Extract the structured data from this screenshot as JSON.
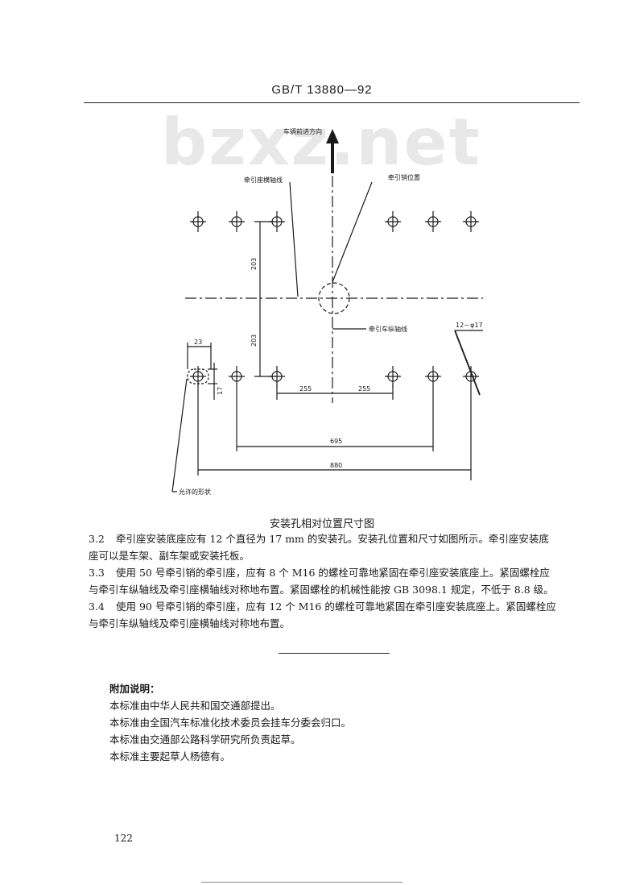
{
  "header": {
    "code": "GB/T 13880—92"
  },
  "watermark": "bzxz.net",
  "diagram": {
    "direction_label": "车辆前进方向",
    "transverse_axis_label": "牵引座横轴线",
    "kingpin_position_label": "牵引销位置",
    "longitudinal_axis_label": "牵引车纵轴线",
    "allowed_shape_label": "允许的形状",
    "holes_label": "12－φ17",
    "dim_23": "23",
    "dim_17": "17",
    "dim_203_top": "203",
    "dim_203_bottom": "203",
    "dim_255_left": "255",
    "dim_255_right": "255",
    "dim_695": "695",
    "dim_880": "880"
  },
  "caption": "安装孔相对位置尺寸图",
  "sections": [
    {
      "num": "3.2",
      "line1": "牵引座安装底座应有 12 个直径为 17 mm 的安装孔。安装孔位置和尺寸如图所示。牵引座安装底",
      "line2": "座可以是车架、副车架或安装托板。"
    },
    {
      "num": "3.3",
      "line1": "使用 50 号牵引销的牵引座，应有 8 个 M16 的螺栓可靠地紧固在牵引座安装底座上。紧固螺栓应",
      "line2": "与牵引车纵轴线及牵引座横轴线对称地布置。紧固螺栓的机械性能按 GB 3098.1 规定，不低于 8.8 级。"
    },
    {
      "num": "3.4",
      "line1": "使用 90 号牵引销的牵引座，应有 12 个 M16 的螺栓可靠地紧固在牵引座安装底座上。紧固螺栓应",
      "line2": "与牵引车纵轴线及牵引座横轴线对称地布置。"
    }
  ],
  "notes": {
    "title": "附加说明：",
    "lines": [
      "本标准由中华人民共和国交通部提出。",
      "本标准由全国汽车标准化技术委员会挂车分委会归口。",
      "本标准由交通部公路科学研究所负责起草。",
      "本标准主要起草人杨德有。"
    ]
  },
  "page_number": "122"
}
